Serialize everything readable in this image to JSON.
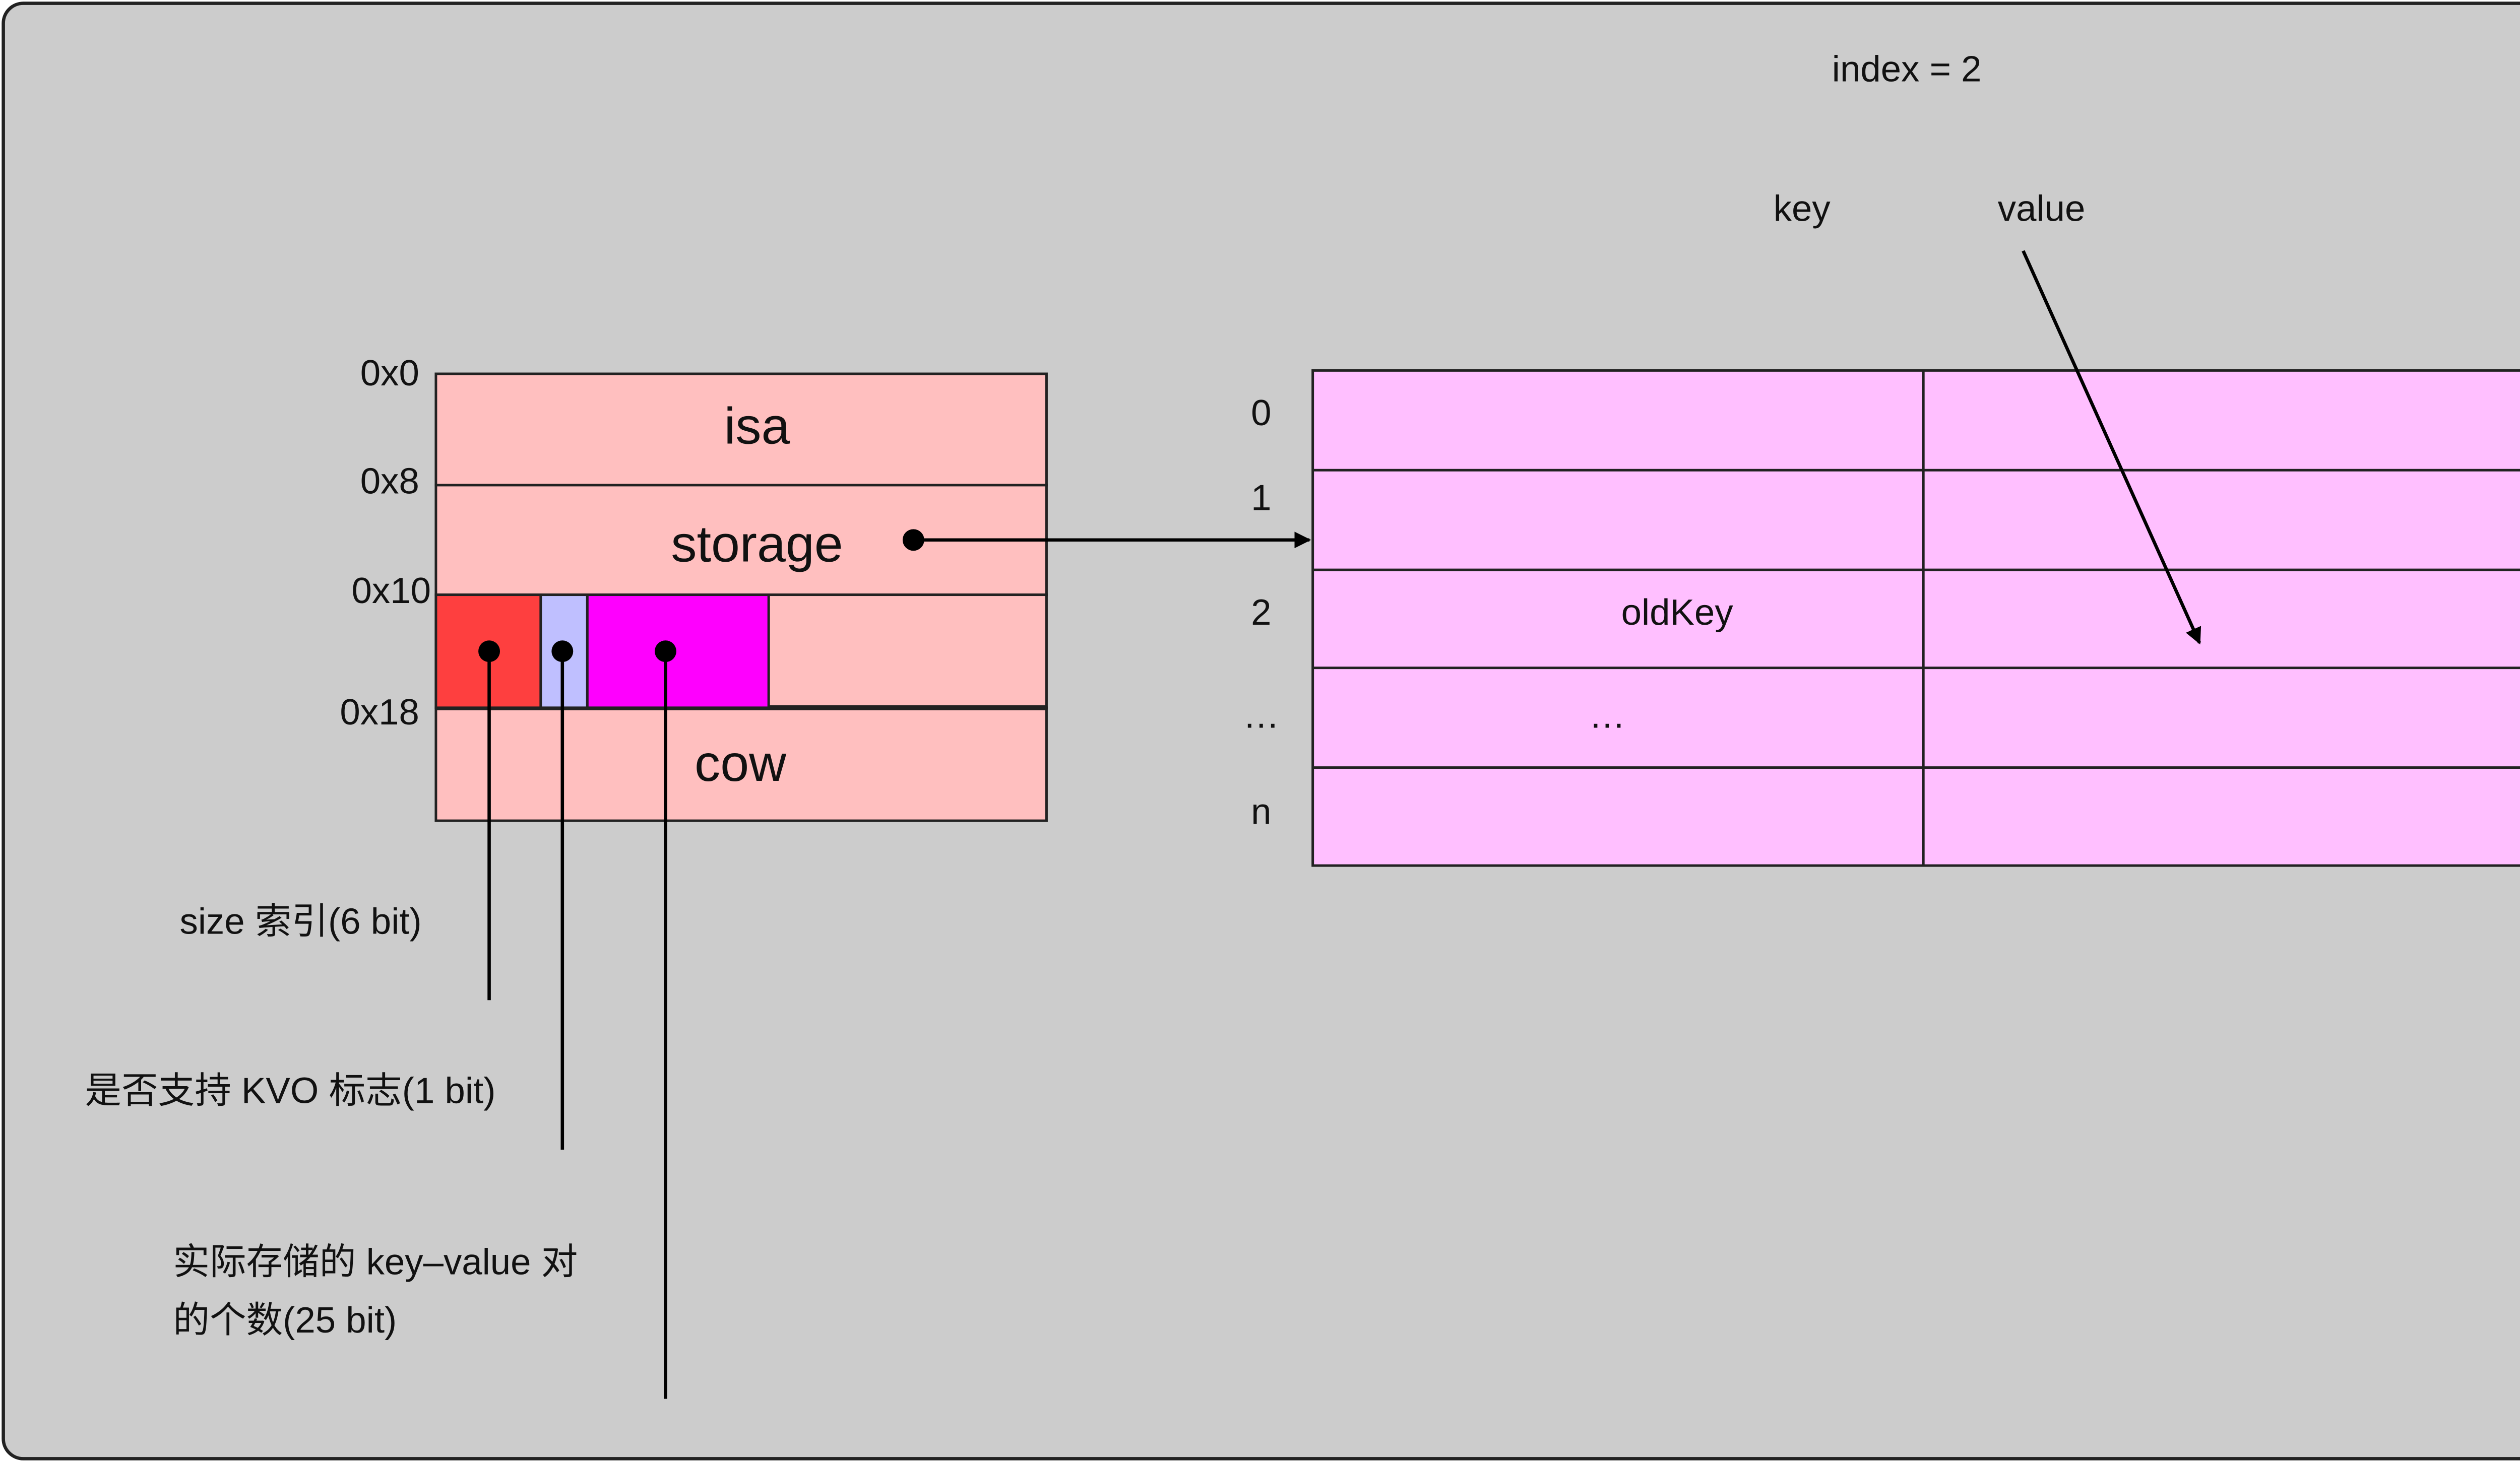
{
  "index_label": "index = 2",
  "key_header": "key",
  "value_header": "value",
  "struct": {
    "offsets": [
      "0x0",
      "0x8",
      "0x10",
      "0x18"
    ],
    "fields": {
      "isa": "isa",
      "storage": "storage",
      "cow": "cow"
    }
  },
  "table": {
    "row_labels": [
      "0",
      "1",
      "2",
      "…",
      "n"
    ],
    "cells": {
      "old_key": "oldKey",
      "ellipsis": "…"
    }
  },
  "annotations": {
    "size_index": "size 索引(6 bit)",
    "kvo_flag": "是否支持 KVO 标志(1 bit)",
    "count_line1": "实际存储的 key–value 对",
    "count_line2": "的个数(25 bit)"
  },
  "colors": {
    "background": "#cccccc",
    "struct_fill": "#ffbfbf",
    "table_fill": "#ffbfff",
    "size_bits": "#fe3f3f",
    "kvo_bit": "#bfbfff",
    "count_bits": "#fe00fe"
  }
}
